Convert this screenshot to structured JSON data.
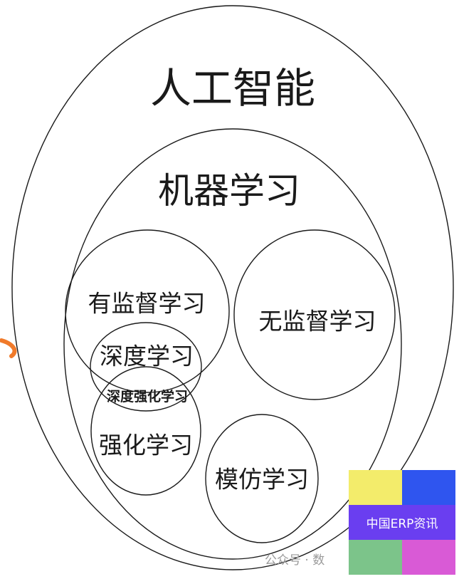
{
  "labels": {
    "ai": "人工智能",
    "ml": "机器学习",
    "supervised": "有监督学习",
    "unsupervised": "无监督学习",
    "deep": "深度学习",
    "deep_rl": "深度强化学习",
    "rl": "强化学习",
    "imitation": "模仿学习"
  },
  "watermark": "公众号 · 数",
  "logo": {
    "text": "中国ERP资讯",
    "colors": [
      "#f3ec6b",
      "#2f55ef",
      "#6a3ef0",
      "#7cc48a",
      "#d95ad6"
    ]
  },
  "accent_color": "#f07a2a"
}
